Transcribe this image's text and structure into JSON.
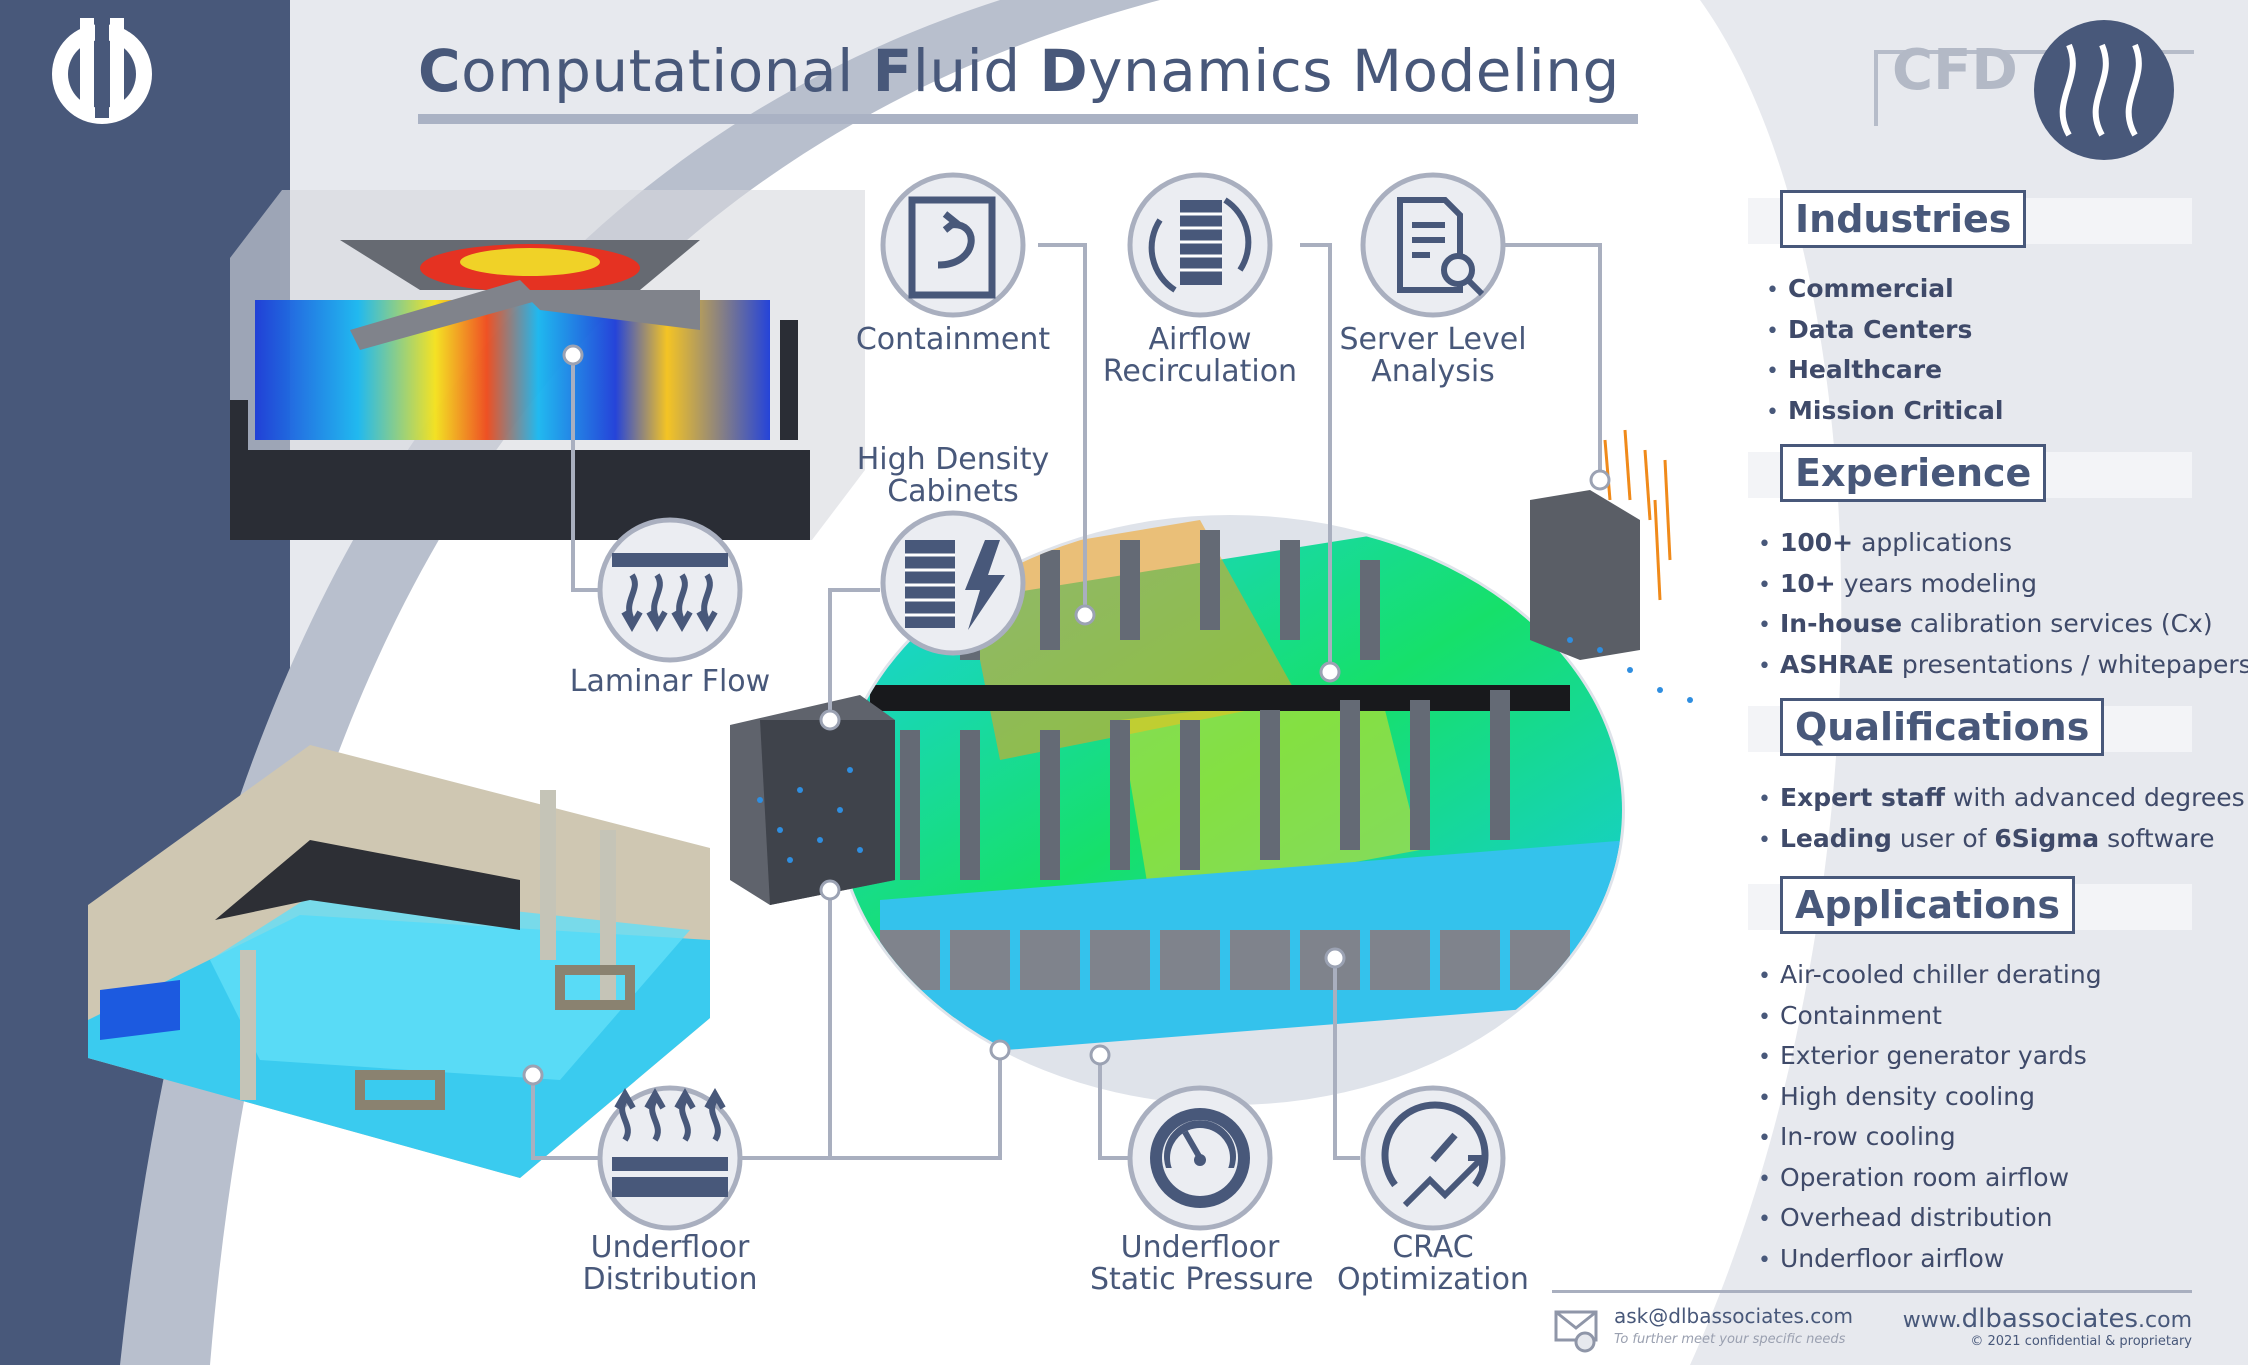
{
  "title": {
    "c": "C",
    "rest1": "omputational ",
    "f": "F",
    "rest2": "luid ",
    "d": "D",
    "rest3": "ynamics Modeling"
  },
  "badge": {
    "text": "CFD"
  },
  "icons": {
    "containment": {
      "label": "Containment"
    },
    "airflow": {
      "label1": "Airflow",
      "label2": "Recirculation"
    },
    "server": {
      "label1": "Server Level",
      "label2": "Analysis"
    },
    "high_density": {
      "label1": "High Density",
      "label2": "Cabinets"
    },
    "laminar": {
      "label": "Laminar Flow"
    },
    "underfloor_dist": {
      "label1": "Underfloor",
      "label2": "Distribution"
    },
    "static_pressure": {
      "label1": "Underfloor",
      "label2": "Static Pressure"
    },
    "crac": {
      "label1": "CRAC",
      "label2": "Optimization"
    }
  },
  "sections": {
    "industries": {
      "heading": "Industries",
      "items": [
        "Commercial",
        "Data Centers",
        "Healthcare",
        "Mission Critical"
      ]
    },
    "experience": {
      "heading": "Experience",
      "items": [
        {
          "b": "100+",
          "t": " applications"
        },
        {
          "b": "10+",
          "t": " years modeling"
        },
        {
          "b": "In-house",
          "t": " calibration services (Cx)"
        },
        {
          "b": "ASHRAE",
          "t": " presentations / whitepapers"
        }
      ]
    },
    "qualifications": {
      "heading": "Qualifications",
      "items": [
        {
          "b": "Expert staff",
          "t": " with advanced degrees",
          "b2": "",
          "t2": ""
        },
        {
          "b": "Leading",
          "t": " user of ",
          "b2": "6Sigma",
          "t2": " software"
        }
      ]
    },
    "applications": {
      "heading": "Applications",
      "items": [
        "Air-cooled chiller derating",
        "Containment",
        "Exterior generator yards",
        "High density cooling",
        "In-row cooling",
        "Operation room airflow",
        "Overhead distribution",
        "Underfloor airflow"
      ]
    }
  },
  "footer": {
    "email": "ask@dlbassociates.com",
    "tagline": "To further meet your specific needs",
    "web_prefix": "www.",
    "web_main": "dlbassociates",
    "web_suffix": ".com",
    "copyright": "© 2021 confidential & proprietary"
  },
  "colors": {
    "brand": "#48587a",
    "accent_light": "#a9afbf"
  }
}
